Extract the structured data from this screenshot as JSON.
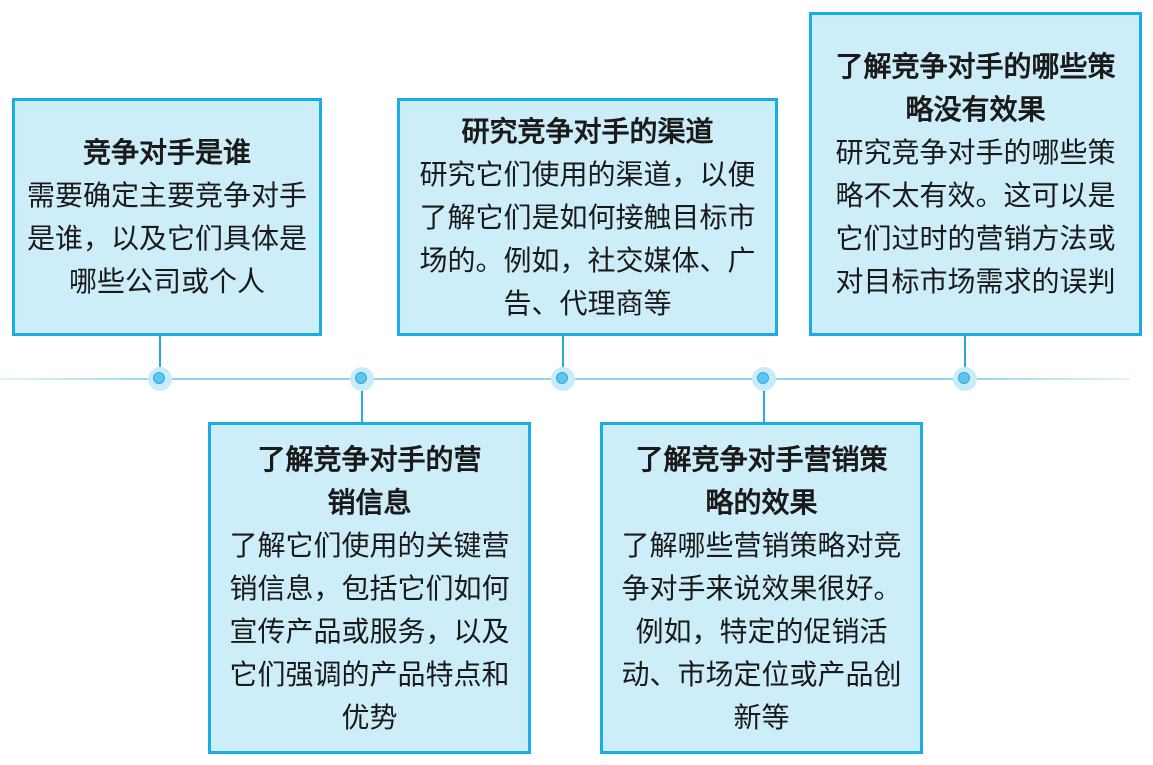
{
  "items": [
    {
      "title": "竞争对手是谁",
      "body": "需要确定主要竞争对手是谁，以及它们具体是哪些公司或个人"
    },
    {
      "title": "了解竞争对手的营销信息",
      "body": "了解它们使用的关键营销信息，包括它们如何宣传产品或服务，以及它们强调的产品特点和优势"
    },
    {
      "title": "研究竞争对手的渠道",
      "body": "研究它们使用的渠道，以便了解它们是如何接触目标市场的。例如，社交媒体、广告、代理商等"
    },
    {
      "title": "了解竞争对手营销策略的效果",
      "body": "了解哪些营销策略对竞争对手来说效果很好。例如，特定的促销活动、市场定位或产品创新等"
    },
    {
      "title": "了解竞争对手的哪些策略没有效果",
      "body": "研究竞争对手的哪些策略不太有效。这可以是它们过时的营销方法或对目标市场需求的误判"
    }
  ],
  "colors": {
    "border": "#19ade6",
    "fill": "#cdeef9",
    "dot": "#5cc6f0"
  }
}
